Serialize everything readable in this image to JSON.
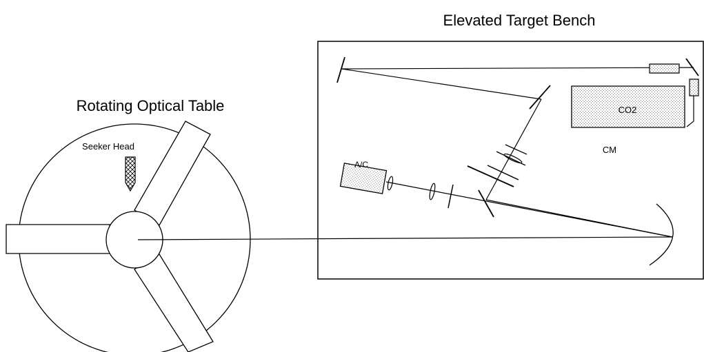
{
  "labels": {
    "bench_title": "Elevated Target Bench",
    "table_title": "Rotating Optical Table",
    "seeker_head": "Seeker Head",
    "ac_source": "A/C",
    "co2_laser": "CO2",
    "cm": "CM"
  },
  "colors": {
    "ink": "#000000",
    "background": "#ffffff",
    "stipple": "#7a7a7a"
  }
}
